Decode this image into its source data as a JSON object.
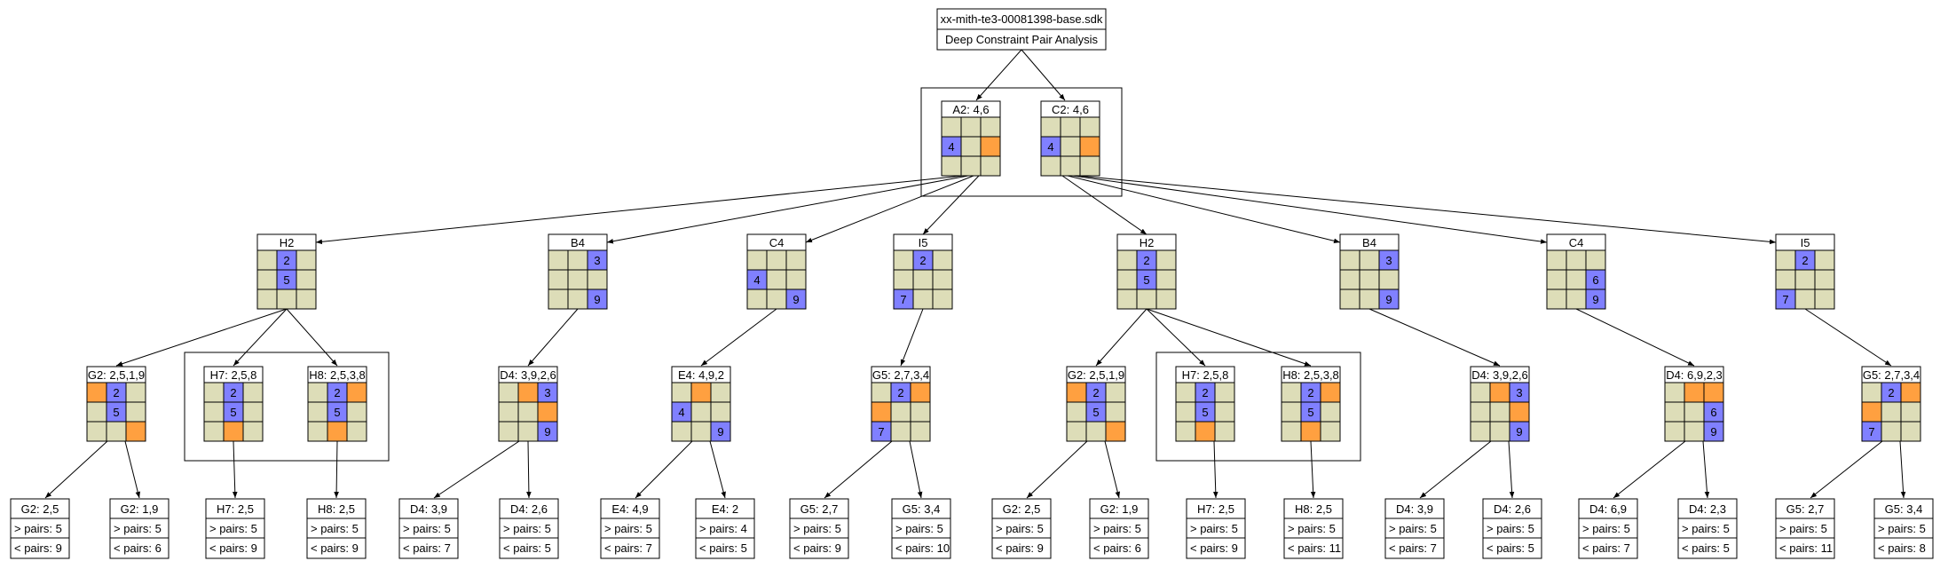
{
  "root": {
    "filename": "xx-mith-te3-00081398-base.sdk",
    "title": "Deep Constraint Pair Analysis"
  },
  "colors": {
    "blue": "#8080ff",
    "orange": "#ffa040",
    "beige": "#ddddb8",
    "border": "#000000"
  },
  "level1": [
    {
      "label": "A2: 4,6",
      "cells": [
        "e",
        "e",
        "e",
        "b:4",
        "e",
        "o",
        "e",
        "e",
        "e"
      ]
    },
    {
      "label": "C2: 4,6",
      "cells": [
        "e",
        "e",
        "e",
        "b:4",
        "e",
        "o",
        "e",
        "e",
        "e"
      ]
    }
  ],
  "level2": [
    {
      "label": "H2",
      "cells": [
        "e",
        "b:2",
        "e",
        "e",
        "b:5",
        "e",
        "e",
        "e",
        "e"
      ]
    },
    {
      "label": "B4",
      "cells": [
        "e",
        "e",
        "b:3",
        "e",
        "e",
        "e",
        "e",
        "e",
        "b:9"
      ]
    },
    {
      "label": "C4",
      "cells": [
        "e",
        "e",
        "e",
        "b:4",
        "e",
        "e",
        "e",
        "e",
        "b:9"
      ]
    },
    {
      "label": "I5",
      "cells": [
        "e",
        "b:2",
        "e",
        "e",
        "e",
        "e",
        "b:7",
        "e",
        "e"
      ]
    },
    {
      "label": "H2",
      "cells": [
        "e",
        "b:2",
        "e",
        "e",
        "b:5",
        "e",
        "e",
        "e",
        "e"
      ]
    },
    {
      "label": "B4",
      "cells": [
        "e",
        "e",
        "b:3",
        "e",
        "e",
        "e",
        "e",
        "e",
        "b:9"
      ]
    },
    {
      "label": "C4",
      "cells": [
        "e",
        "e",
        "e",
        "e",
        "e",
        "b:6",
        "e",
        "e",
        "b:9"
      ]
    },
    {
      "label": "I5",
      "cells": [
        "e",
        "b:2",
        "e",
        "e",
        "e",
        "e",
        "b:7",
        "e",
        "e"
      ]
    }
  ],
  "level3": [
    {
      "label": "G2: 2,5,1,9",
      "cells": [
        "o",
        "b:2",
        "e",
        "e",
        "b:5",
        "e",
        "e",
        "e",
        "o"
      ]
    },
    {
      "label": "H7: 2,5,8",
      "cells": [
        "e",
        "b:2",
        "e",
        "e",
        "b:5",
        "e",
        "e",
        "o",
        "e"
      ]
    },
    {
      "label": "H8: 2,5,3,8",
      "cells": [
        "e",
        "b:2",
        "o",
        "e",
        "b:5",
        "e",
        "e",
        "o",
        "e"
      ]
    },
    {
      "label": "D4: 3,9,2,6",
      "cells": [
        "e",
        "o",
        "b:3",
        "e",
        "e",
        "o",
        "e",
        "e",
        "b:9"
      ]
    },
    {
      "label": "E4: 4,9,2",
      "cells": [
        "e",
        "o",
        "e",
        "b:4",
        "e",
        "e",
        "e",
        "e",
        "b:9"
      ]
    },
    {
      "label": "G5: 2,7,3,4",
      "cells": [
        "e",
        "b:2",
        "o",
        "o",
        "e",
        "e",
        "b:7",
        "e",
        "e"
      ]
    },
    {
      "label": "G2: 2,5,1,9",
      "cells": [
        "o",
        "b:2",
        "e",
        "e",
        "b:5",
        "e",
        "e",
        "e",
        "o"
      ]
    },
    {
      "label": "H7: 2,5,8",
      "cells": [
        "e",
        "b:2",
        "e",
        "e",
        "b:5",
        "e",
        "e",
        "o",
        "e"
      ]
    },
    {
      "label": "H8: 2,5,3,8",
      "cells": [
        "e",
        "b:2",
        "o",
        "e",
        "b:5",
        "e",
        "e",
        "o",
        "e"
      ]
    },
    {
      "label": "D4: 3,9,2,6",
      "cells": [
        "e",
        "o",
        "b:3",
        "e",
        "e",
        "o",
        "e",
        "e",
        "b:9"
      ]
    },
    {
      "label": "D4: 6,9,2,3",
      "cells": [
        "e",
        "o",
        "o",
        "e",
        "e",
        "b:6",
        "e",
        "e",
        "b:9"
      ]
    },
    {
      "label": "G5: 2,7,3,4",
      "cells": [
        "e",
        "b:2",
        "o",
        "o",
        "e",
        "e",
        "b:7",
        "e",
        "e"
      ]
    }
  ],
  "leaves": [
    {
      "label": "G2: 2,5",
      "gt": "> pairs: 5",
      "lt": "< pairs: 9"
    },
    {
      "label": "G2: 1,9",
      "gt": "> pairs: 5",
      "lt": "< pairs: 6"
    },
    {
      "label": "H7: 2,5",
      "gt": "> pairs: 5",
      "lt": "< pairs: 9"
    },
    {
      "label": "H8: 2,5",
      "gt": "> pairs: 5",
      "lt": "< pairs: 9"
    },
    {
      "label": "D4: 3,9",
      "gt": "> pairs: 5",
      "lt": "< pairs: 7"
    },
    {
      "label": "D4: 2,6",
      "gt": "> pairs: 5",
      "lt": "< pairs: 5"
    },
    {
      "label": "E4: 4,9",
      "gt": "> pairs: 5",
      "lt": "< pairs: 7"
    },
    {
      "label": "E4: 2",
      "gt": "> pairs: 4",
      "lt": "< pairs: 5"
    },
    {
      "label": "G5: 2,7",
      "gt": "> pairs: 5",
      "lt": "< pairs: 9"
    },
    {
      "label": "G5: 3,4",
      "gt": "> pairs: 5",
      "lt": "< pairs: 10"
    },
    {
      "label": "G2: 2,5",
      "gt": "> pairs: 5",
      "lt": "< pairs: 9"
    },
    {
      "label": "G2: 1,9",
      "gt": "> pairs: 5",
      "lt": "< pairs: 6"
    },
    {
      "label": "H7: 2,5",
      "gt": "> pairs: 5",
      "lt": "< pairs: 9"
    },
    {
      "label": "H8: 2,5",
      "gt": "> pairs: 5",
      "lt": "< pairs: 11"
    },
    {
      "label": "D4: 3,9",
      "gt": "> pairs: 5",
      "lt": "< pairs: 7"
    },
    {
      "label": "D4: 2,6",
      "gt": "> pairs: 5",
      "lt": "< pairs: 5"
    },
    {
      "label": "D4: 6,9",
      "gt": "> pairs: 5",
      "lt": "< pairs: 7"
    },
    {
      "label": "D4: 2,3",
      "gt": "> pairs: 5",
      "lt": "< pairs: 5"
    },
    {
      "label": "G5: 2,7",
      "gt": "> pairs: 5",
      "lt": "< pairs: 11"
    },
    {
      "label": "G5: 3,4",
      "gt": "> pairs: 5",
      "lt": "< pairs: 8"
    }
  ]
}
